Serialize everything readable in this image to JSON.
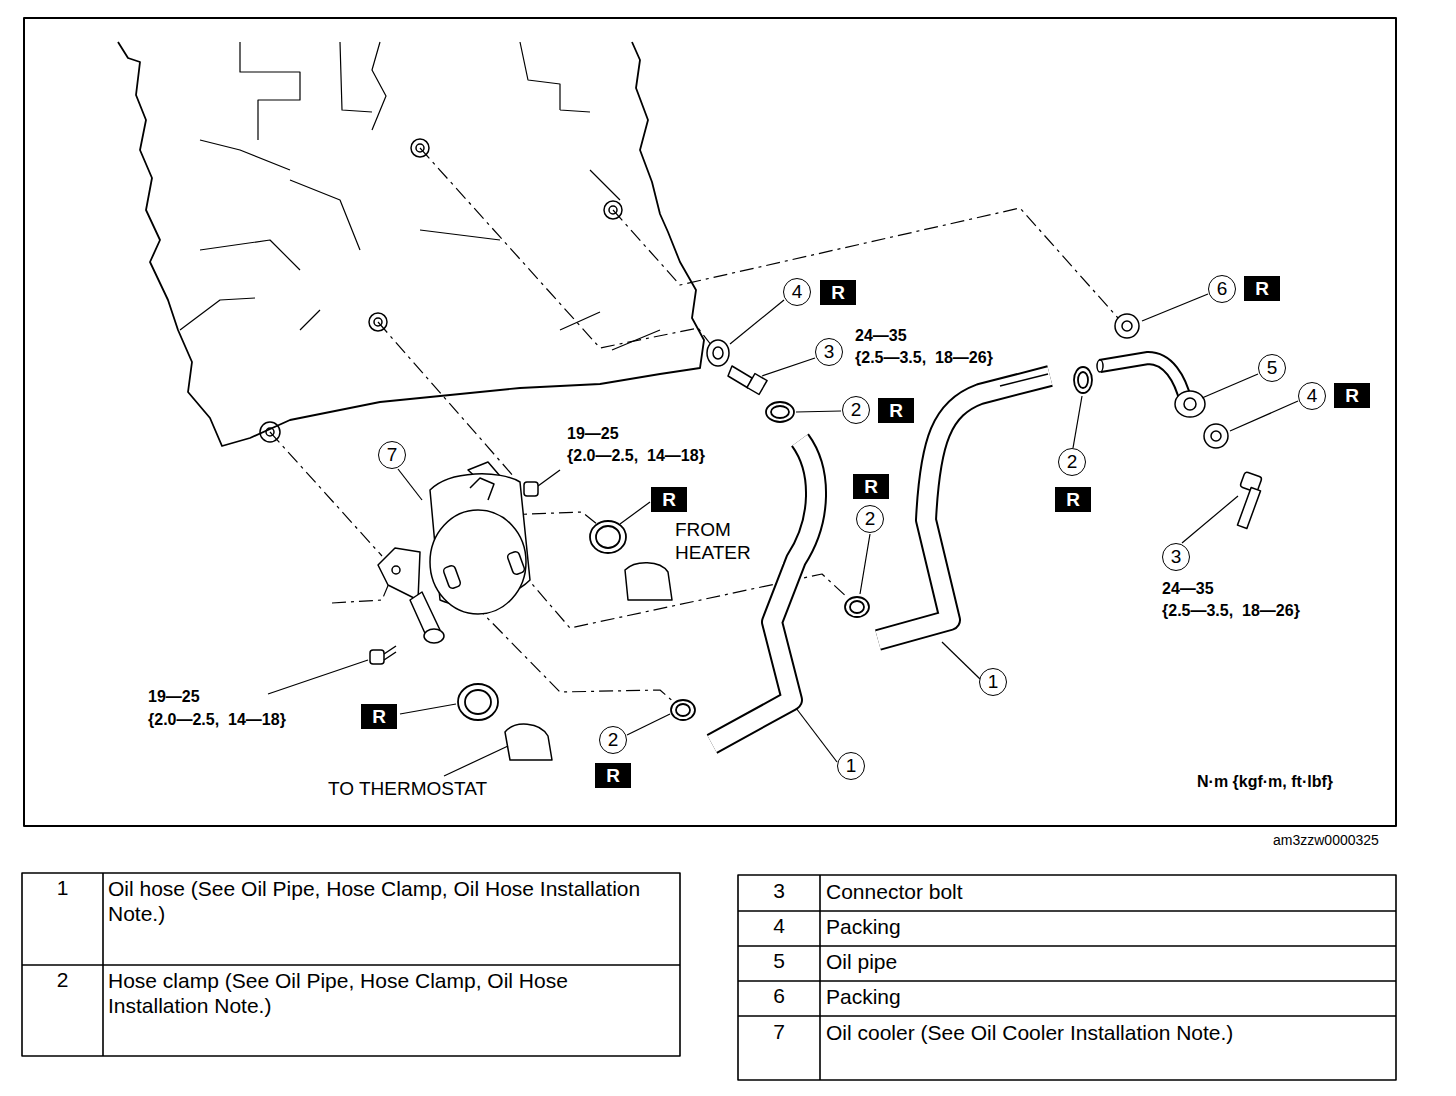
{
  "diagram": {
    "labels": [
      "4",
      "R",
      "3",
      "24—35",
      "{2.5—3.5,  18—26}",
      "2",
      "R",
      "6",
      "R",
      "5",
      "4",
      "R",
      "7",
      "19—25",
      "{2.0—2.5,  14—18}",
      "R",
      "FROM HEATER",
      "R",
      "2",
      "2",
      "R",
      "3",
      "24—35",
      "{2.5—3.5,  18—26}",
      "19—25",
      "{2.0—2.5,  14—18}",
      "R",
      "1",
      "2",
      "R",
      "1",
      "TO THERMOSTAT",
      "N·m {kgf·m, ft·lbf}",
      "am3zzw0000325",
      "1",
      "Oil hose (See Oil Pipe, Hose Clamp, Oil Hose Installation Note.)",
      "2",
      "Hose clamp (See Oil Pipe, Hose Clamp, Oil Hose Installation Note.)",
      "3",
      "Connector bolt",
      "4",
      "Packing",
      "5",
      "Oil pipe",
      "6",
      "Packing",
      "7",
      "Oil cooler (See Oil Cooler Installation Note.)"
    ]
  }
}
